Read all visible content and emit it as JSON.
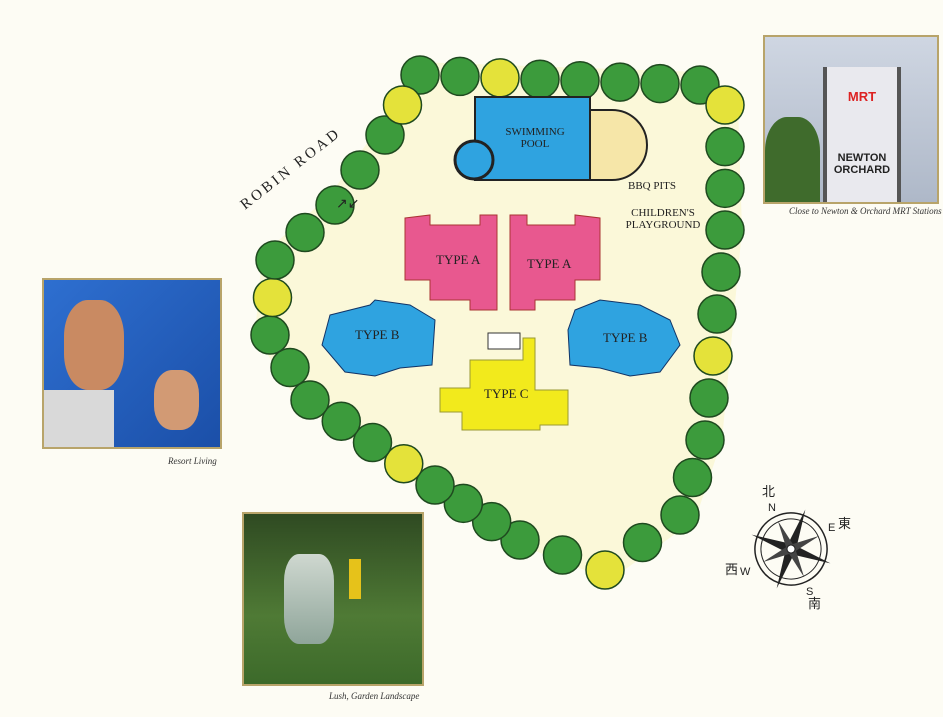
{
  "road": {
    "name": "ROBIN ROAD"
  },
  "facilities": {
    "pool": "SWIMMING POOL",
    "bbq": "BBQ PITS",
    "playground": "CHILDREN'S PLAYGROUND"
  },
  "buildings": {
    "type_a": "TYPE A",
    "type_b": "TYPE B",
    "type_c": "TYPE C"
  },
  "photos": {
    "mrt": {
      "caption": "Close to Newton & Orchard MRT Stations",
      "sign_logo": "MRT",
      "sign_line1": "NEWTON",
      "sign_line2": "ORCHARD"
    },
    "pool": {
      "caption": "Resort Living"
    },
    "garden": {
      "caption": "Lush, Garden Landscape"
    }
  },
  "compass": {
    "n": "N",
    "n_cn": "北",
    "e": "E",
    "e_cn": "東",
    "s": "S",
    "s_cn": "南",
    "w": "W",
    "w_cn": "西"
  },
  "colors": {
    "type_a": "#e8588f",
    "type_b": "#2fa3e0",
    "type_c": "#f2ea1c",
    "site": "#fbf8d9",
    "tree": "#3c9b3c"
  }
}
